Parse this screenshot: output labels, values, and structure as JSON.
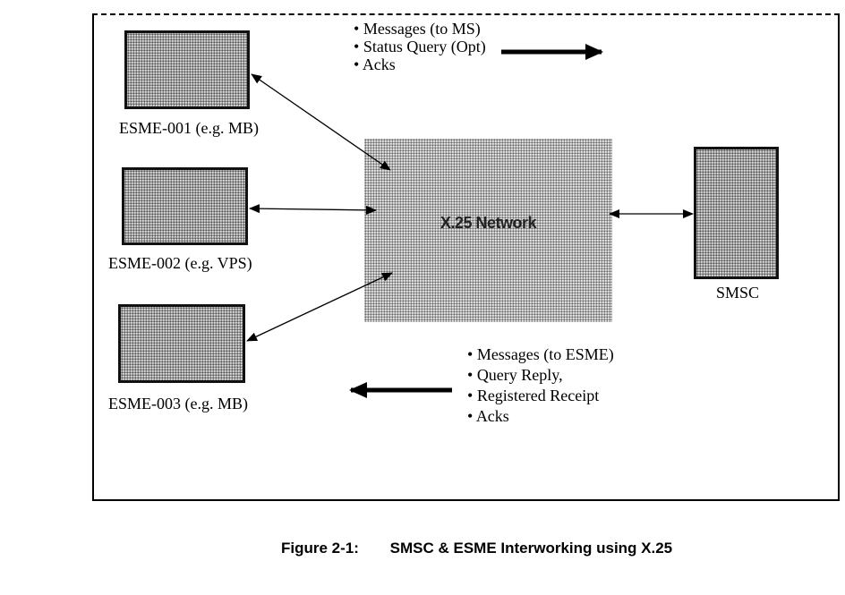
{
  "figure": {
    "caption_number": "Figure 2-1:",
    "caption_title": "SMSC & ESME Interworking using X.25"
  },
  "nodes": {
    "esme_001": {
      "label": "ESME-001 (e.g. MB)"
    },
    "esme_002": {
      "label": "ESME-002 (e.g. VPS)"
    },
    "esme_003": {
      "label": "ESME-003 (e.g. MB)"
    },
    "network": {
      "label": "X.25 Network"
    },
    "smsc": {
      "label": "SMSC"
    }
  },
  "flows": {
    "to_smsc": {
      "direction": "right",
      "items": [
        "Messages (to MS)",
        "Status Query (Opt)",
        "Acks"
      ]
    },
    "to_esme": {
      "direction": "left",
      "items": [
        "Messages (to ESME)",
        "Query Reply,",
        "Registered Receipt",
        "Acks"
      ]
    }
  },
  "connections": [
    {
      "from": "esme_001",
      "to": "network",
      "type": "bidirectional"
    },
    {
      "from": "esme_002",
      "to": "network",
      "type": "bidirectional"
    },
    {
      "from": "esme_003",
      "to": "network",
      "type": "bidirectional"
    },
    {
      "from": "network",
      "to": "smsc",
      "type": "bidirectional"
    }
  ]
}
